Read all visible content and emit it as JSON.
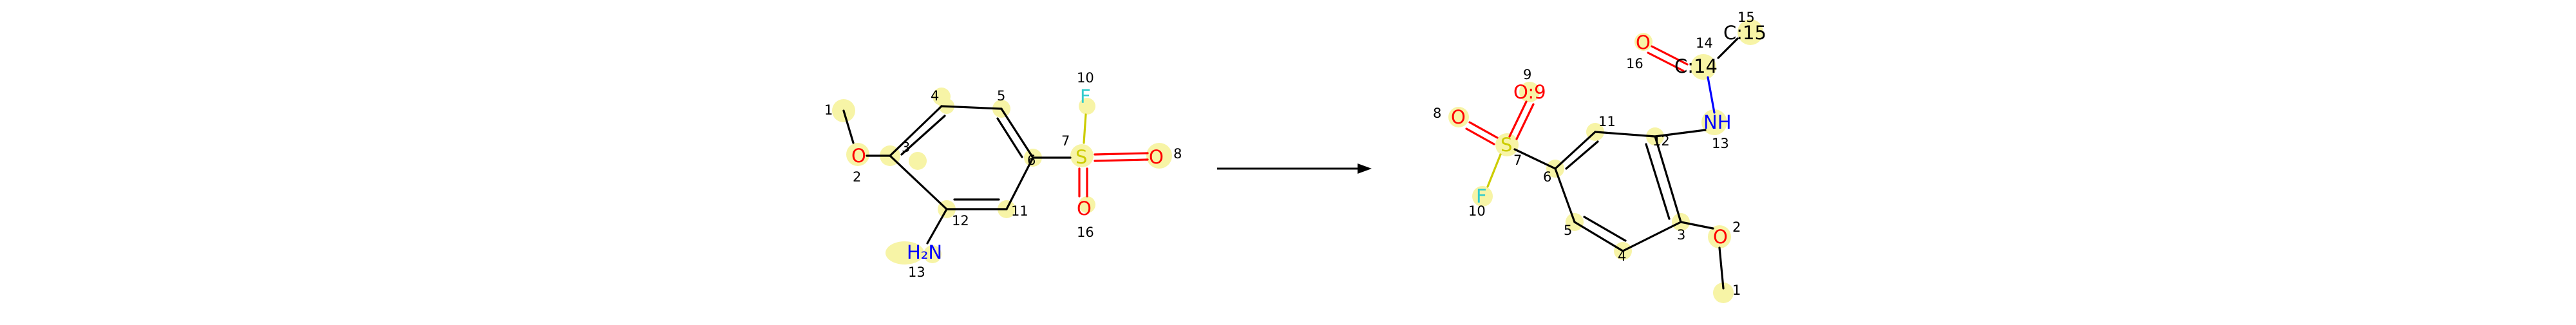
{
  "colors": {
    "highlight": "#f7f4a6",
    "carbon": "#000000",
    "oxygen": "#ff0000",
    "nitrogen": "#0000ff",
    "fluorine": "#33cccc",
    "sulfur": "#cccc00"
  },
  "reaction_arrow": {
    "icon": "right-arrow-icon"
  },
  "reactant": {
    "atoms": {
      "O2": "O",
      "F10": "F",
      "S7": "S",
      "O8": "O",
      "O16": "O",
      "N13": "H₂N"
    },
    "indices": {
      "i1": "1",
      "i2": "2",
      "i3": "3",
      "i4": "4",
      "i5": "5",
      "i6": "6",
      "i7": "7",
      "i8": "8",
      "i10": "10",
      "i11": "11",
      "i12": "12",
      "i13": "13",
      "i16": "16"
    }
  },
  "product": {
    "atoms": {
      "O16": "O",
      "C14": "C:14",
      "C15": "C:15",
      "O9": "O:9",
      "O8": "O",
      "S7": "S",
      "F10": "F",
      "N13": "NH",
      "O2": "O"
    },
    "indices": {
      "i1": "1",
      "i2": "2",
      "i3": "3",
      "i4": "4",
      "i5": "5",
      "i6": "6",
      "i7": "7",
      "i8": "8",
      "i9": "9",
      "i10": "10",
      "i11": "11",
      "i12": "12",
      "i13": "13",
      "i14": "14",
      "i15": "15",
      "i16": "16"
    }
  }
}
